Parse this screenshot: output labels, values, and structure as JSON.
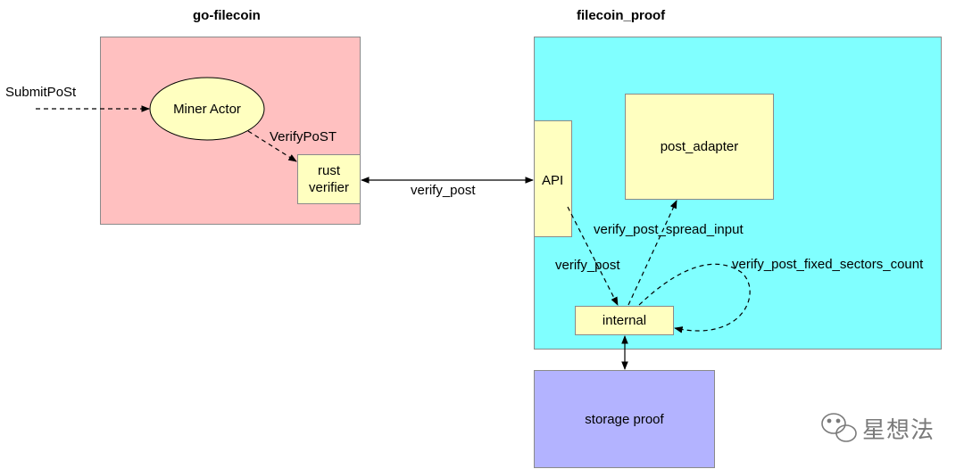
{
  "colors": {
    "go_filecoin_fill": "#ffc0c0",
    "filecoin_proof_fill": "#80ffff",
    "yellow_fill": "#ffffc0",
    "storage_fill": "#b3b3ff",
    "arrow": "#000000"
  },
  "diagram": {
    "titles": {
      "go_filecoin": "go-filecoin",
      "filecoin_proof": "filecoin_proof"
    },
    "nodes": {
      "miner_actor": "Miner Actor",
      "rust_verifier_line1": "rust",
      "rust_verifier_line2": "verifier",
      "api": "API",
      "post_adapter": "post_adapter",
      "internal": "internal",
      "storage_proof": "storage proof"
    },
    "edges": {
      "submit_post": "SubmitPoSt",
      "verify_post_caps": "VerifyPoST",
      "verify_post_link": "verify_post",
      "verify_post_internal": "verify_post",
      "spread_input": "verify_post_spread_input",
      "fixed_sectors_count": "verify_post_fixed_sectors_count"
    }
  },
  "watermark": {
    "icon": "wechat-icon",
    "text": "星想法"
  }
}
